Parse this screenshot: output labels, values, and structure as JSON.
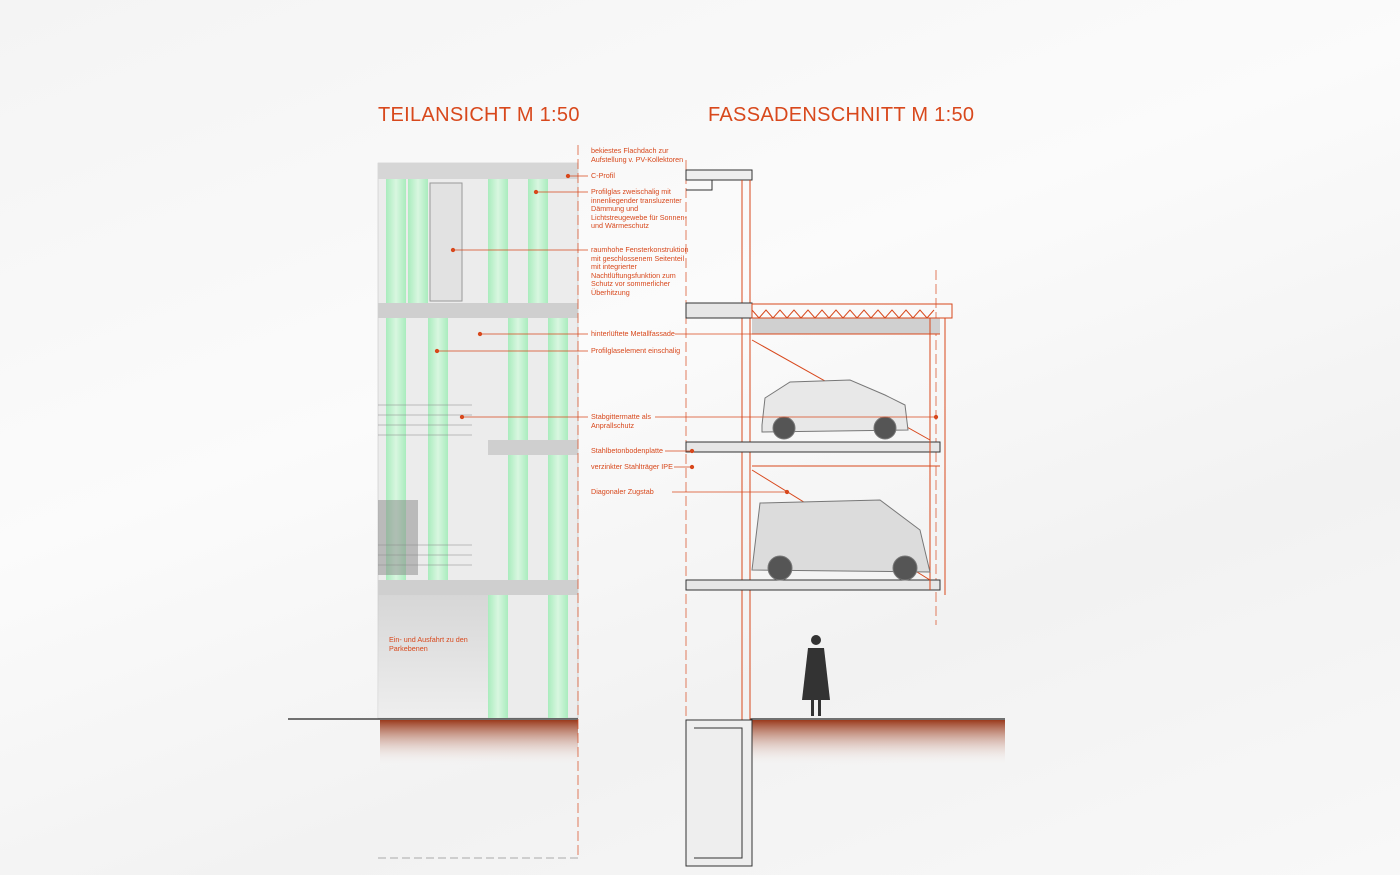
{
  "titles": {
    "elevation": "TEILANSICHT  M 1:50",
    "section": "FASSADENSCHNITT  M 1:50"
  },
  "annotations": [
    "bekiestes Flachdach zur\nAufstellung v. PV-Kollektoren",
    "C-Profil",
    "Profilglas zweischalig mit\ninnenliegender transluzenter\nDämmung und\nLichtstreugewebe für Sonnen-\nund Wärmeschutz",
    "raumhohe Fensterkonstruktion\nmit geschlossenem Seitenteil\nmit integrierter\nNachtlüftungsfunktion zum\nSchutz vor sommerlicher\nÜberhitzung",
    "hinterlüftete Metallfassade",
    "Profilglaselement einschalig",
    "Stabgittermatte als\nAnprallschutz",
    "Stahlbetonbodenplatte",
    "verzinkter Stahlträger IPE",
    "Diagonaler Zugstab"
  ],
  "entrance_label": "Ein- und Ausfahrt zu den\nParkebenen",
  "colors": {
    "accent": "#d8481c",
    "glass": "#8fe0a8",
    "soil": "#9a3a1c"
  }
}
